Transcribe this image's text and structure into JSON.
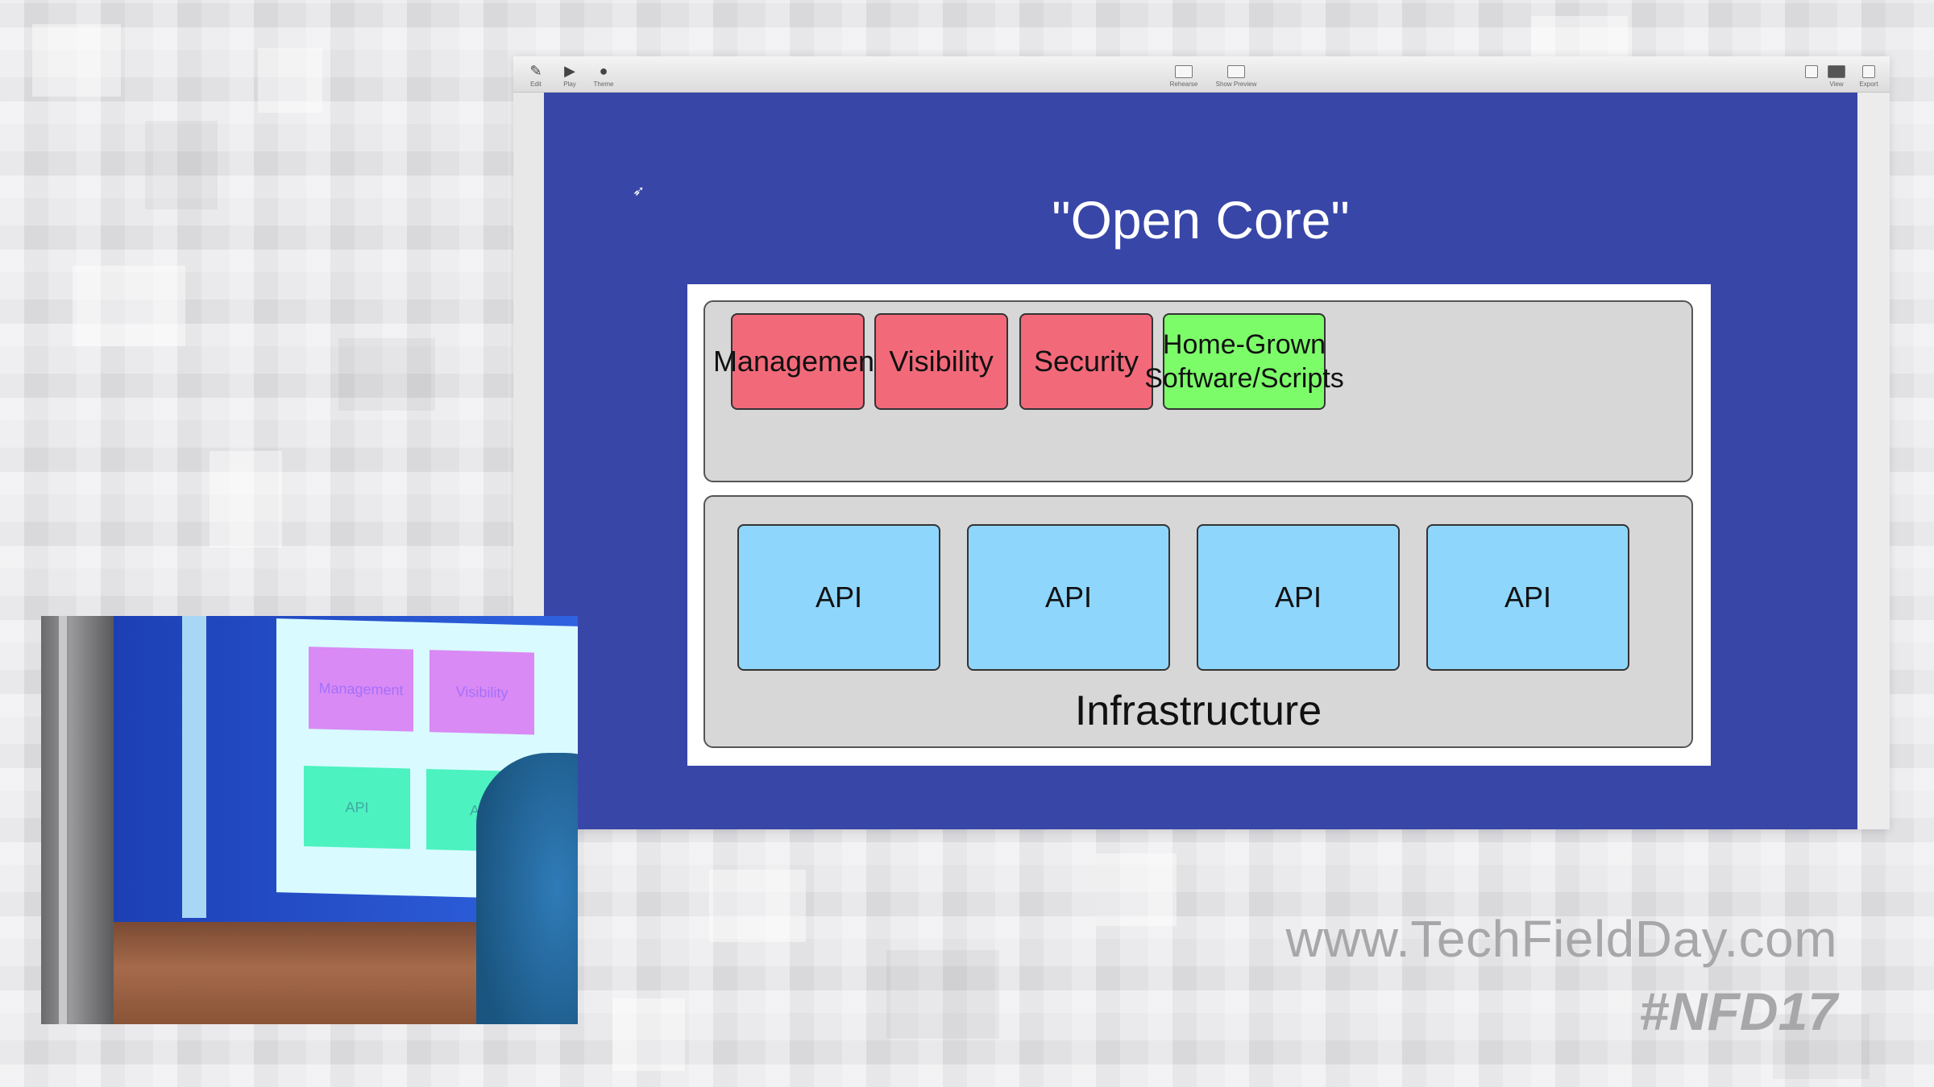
{
  "toolbar": {
    "left": [
      {
        "glyph": "✎",
        "label": "Edit"
      },
      {
        "glyph": "▶",
        "label": "Play"
      },
      {
        "glyph": "●",
        "label": "Theme"
      }
    ],
    "center": [
      {
        "label": "Rehearse"
      },
      {
        "label": "Show Preview"
      }
    ],
    "right": [
      {
        "label": ""
      },
      {
        "label": "View"
      },
      {
        "label": "Export"
      }
    ]
  },
  "slide": {
    "title": "\"Open Core\"",
    "top_layer": {
      "blocks": [
        {
          "label": "Management",
          "color": "#f26a7a"
        },
        {
          "label": "Visibility",
          "color": "#f26a7a"
        },
        {
          "label": "Security",
          "color": "#f26a7a"
        },
        {
          "label": "Home-Grown\nSoftware/Scripts",
          "color": "#7dfc6a"
        }
      ]
    },
    "bottom_layer": {
      "label": "Infrastructure",
      "blocks": [
        {
          "label": "API",
          "color": "#8fd6fd"
        },
        {
          "label": "API",
          "color": "#8fd6fd"
        },
        {
          "label": "API",
          "color": "#8fd6fd"
        },
        {
          "label": "API",
          "color": "#8fd6fd"
        }
      ]
    },
    "background_color": "#3846a8"
  },
  "camera": {
    "screen_blocks": [
      {
        "label": "Management"
      },
      {
        "label": "Visibility"
      },
      {
        "label": "API"
      },
      {
        "label": "AP"
      }
    ]
  },
  "watermark": {
    "url": "www.TechFieldDay.com",
    "hashtag": "#NFD17"
  }
}
